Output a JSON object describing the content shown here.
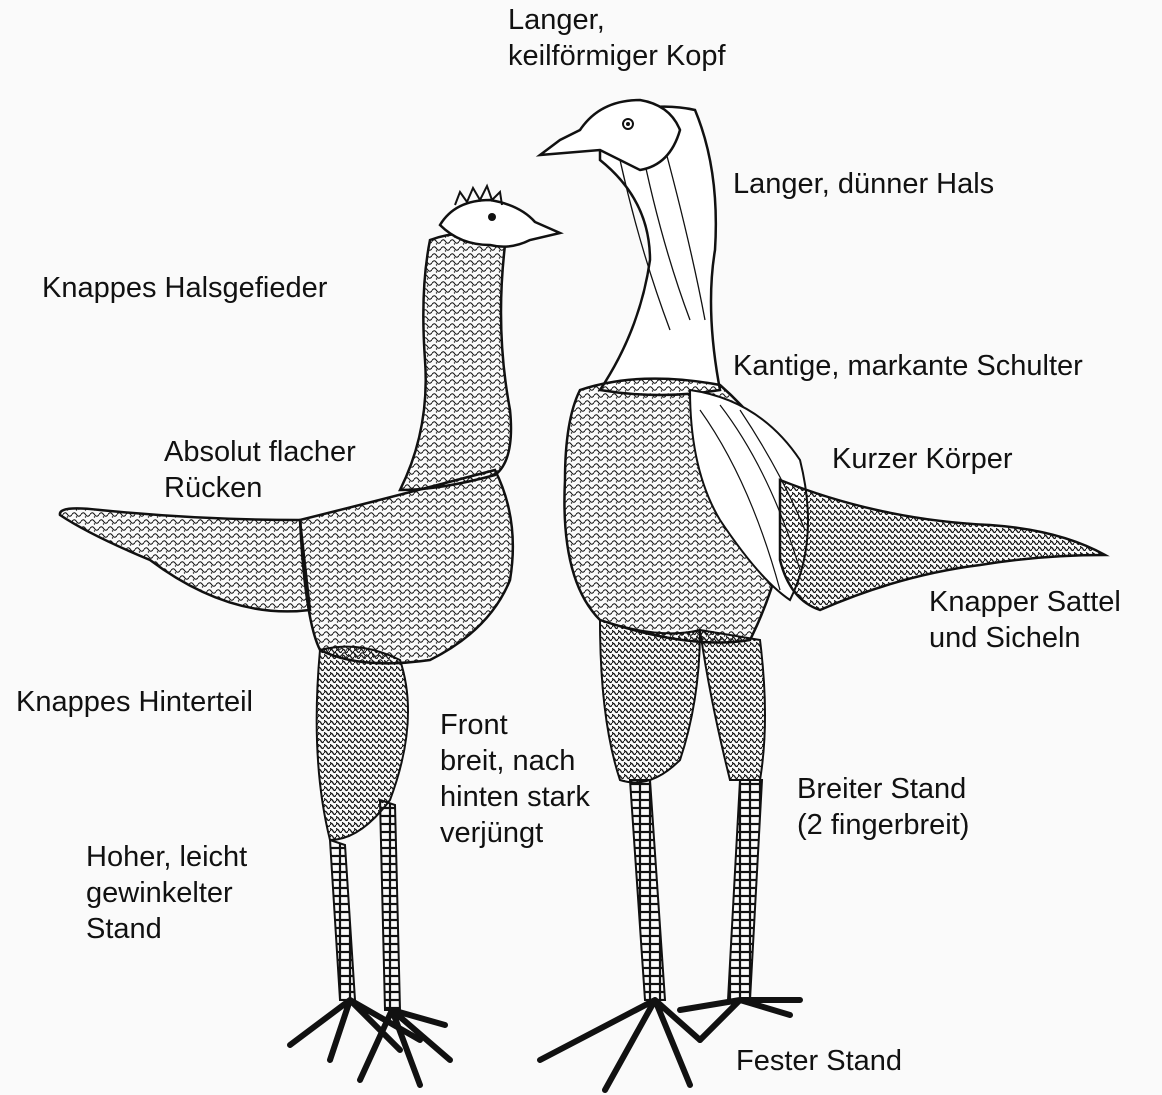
{
  "labels": {
    "head": "Langer,\nkeilförmiger Kopf",
    "neck": "Langer, dünner Hals",
    "neck_feathers": "Knappes Halsgefieder",
    "shoulder": "Kantige, markante Schulter",
    "back": "Absolut flacher\nRücken",
    "body": "Kurzer Körper",
    "saddle": "Knapper Sattel\nund Sicheln",
    "rear": "Knappes Hinterteil",
    "front": "Front\nbreit, nach\nhinten stark\nverjüngt",
    "wide_stance": "Breiter Stand\n(2 fingerbreit)",
    "high_stance": "Hoher, leicht\ngewinkelter\nStand",
    "firm_stance": "Fester Stand"
  },
  "colors": {
    "ink": "#111111",
    "paper": "#fafafa"
  }
}
